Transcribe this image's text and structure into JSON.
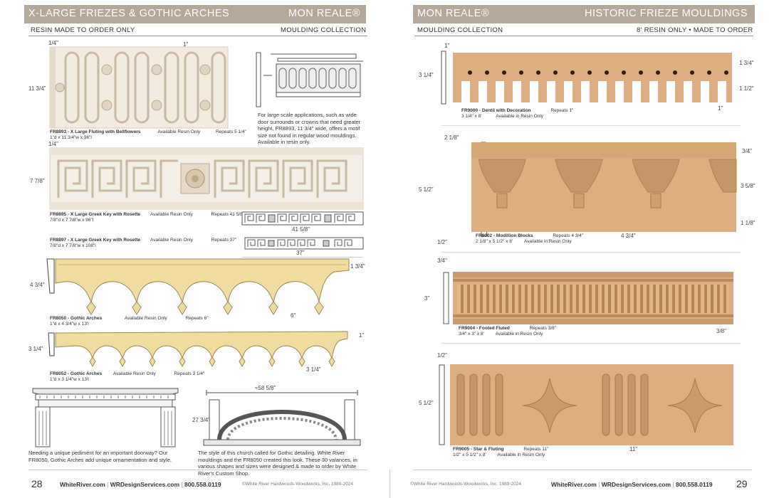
{
  "left_page": {
    "header_title": "X-LARGE FRIEZES & GOTHIC ARCHES",
    "header_brand": "MON REALE®",
    "sub_left": "RESIN MADE TO ORDER ONLY",
    "sub_right": "MOULDING COLLECTION",
    "page_number": "28",
    "items": [
      {
        "code_name": "FR8893 - X Large Fluting with Bellflowers",
        "availability": "Available Resin Only",
        "repeats": "Repeats 5 1/4\"",
        "size": "1\"d x 11 3/4\"w x 96\"l"
      },
      {
        "code_name": "FR8895 - X Large Greek Key with Rosette",
        "availability": "Available Resin Only",
        "repeats": "Repeats 41 5/8\"",
        "size": "7/8\"d x 7 7/8\"w x 96\"l"
      },
      {
        "code_name": "FR8897 - X Large Greek Key with Rosette",
        "availability": "Available Resin Only",
        "repeats": "Repeats 37\"",
        "size": "7/8\"d x 7 7/8\"w x 108\"l"
      },
      {
        "code_name": "FR8050 - Gothic Arches",
        "availability": "Available Resin Only",
        "repeats": "Repeats 6\"",
        "size": "1\"d x 4 3/4\"w x 13'l"
      },
      {
        "code_name": "FR8052 - Gothic Arches",
        "availability": "Available Resin Only",
        "repeats": "Repeats 3 1/4\"",
        "size": "1\"d x 3 1/4\"w x 13'l"
      }
    ],
    "dims": {
      "d_quarter_1": "1/4\"",
      "d_one_1": "1\"",
      "d_11_34": "11 3/4\"",
      "d_quarter_2": "1/4\"",
      "d_7_78": "7 7/8\"",
      "d_41_58": "41 5/8\"",
      "d_37": "37\"",
      "d_4_34": "4 3/4\"",
      "d_1_34": "1 3/4\"",
      "d_6": "6\"",
      "d_3_14": "3 1/4\"",
      "d_one_2": "1\"",
      "d_3_14b": "3 1/4\"",
      "d_58": "≈58 5/8\"",
      "d_27": "27 3/4\""
    },
    "note_large": "For large scale applications, such as wide door surrounds or crowns that need greater height, FR8893, 11 3/4\" wide, offers a motif size not found in regular wood mouldings. Available in resin only.",
    "note_pediment": "Needing a unique pediment for an important doorway? Our FR8050, Gothic Arches add unique ornamentation and style.",
    "note_church": "The style of this church called for Gothic detailing. White River mouldings and the FR8050 created this look. These 30 valances, in various shapes and sizes were designed & made to order by White River's Custom Shop.",
    "footer_web": "WhiteRiver.com",
    "footer_design": "WRDesignServices.com",
    "footer_phone": "800.558.0119",
    "footer_copy": "©White River Hardwoods-Woodworks, Inc.  1989-2024"
  },
  "right_page": {
    "header_brand": "MON REALE®",
    "header_title": "HISTORIC FRIEZE MOULDINGS",
    "sub_left": "MOULDING COLLECTION",
    "sub_right": "8' RESIN ONLY • MADE TO ORDER",
    "page_number": "29",
    "items": [
      {
        "code_name": "FR9000 - Dentil with Decoration",
        "repeats": "Repeats 1\"",
        "size": "3 1/4\" x 8'",
        "availability": "Available in Resin Only"
      },
      {
        "code_name": "FR9002 - Modillion Blocks",
        "repeats": "Repeats 4 3/4\"",
        "size": "2 1/8\" x 5 1/2\" x 8'",
        "availability": "Available in Resin Only"
      },
      {
        "code_name": "FR9004 - Footed Fluted",
        "repeats": "Repeats 3/8\"",
        "size": "3/4\" x 3\" x 8'",
        "availability": "Available in Resin Only"
      },
      {
        "code_name": "FR9005 - Star & Fluting",
        "repeats": "Repeats 11\"",
        "size": "1/2\" x 5 1/2\" x 8'",
        "availability": "Available in Resin Only"
      }
    ],
    "dims": {
      "a_one": "1\"",
      "a_3_14": "3 1/4\"",
      "a_1_34": "1 3/4\"",
      "a_1_12": "1 1/2\"",
      "a_one_b": "1\"",
      "b_2_18": "2 1/8\"",
      "b_5_12": "5 1/2\"",
      "b_34": "3/4\"",
      "b_3_58": "3 5/8\"",
      "b_1_18": "1 1/8\"",
      "b_12": "1/2\"",
      "b_4_34": "4 3/4\"",
      "c_34": "3/4\"",
      "c_3": "3\"",
      "c_38": "3/8\"",
      "e_12": "1/2\"",
      "e_5_12": "5 1/2\"",
      "e_11": "11\""
    },
    "footer_copy": "©White River Hardwoods-Woodworks, Inc.  1989-2024",
    "footer_web": "WhiteRiver.com",
    "footer_design": "WRDesignServices.com",
    "footer_phone": "800.558.0119"
  },
  "colors": {
    "header_bg": "#b3a89a",
    "resin": "#f1ebe0",
    "gothic": "#f0dca0",
    "wood": "#dcae80",
    "wood_dark": "#c4966a"
  }
}
